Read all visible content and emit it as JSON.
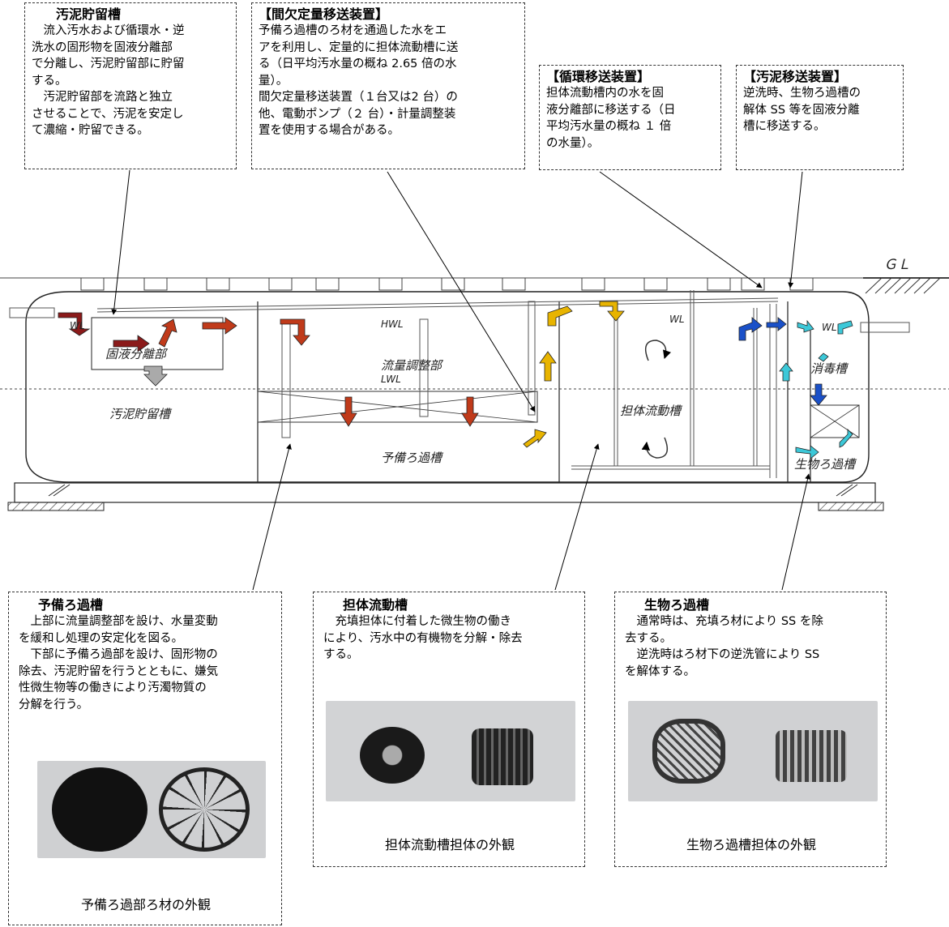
{
  "callouts": {
    "sludge_storage": {
      "title": "汚泥貯留槽",
      "body": "　流入汚水および循環水・逆\n洗水の固形物を固液分離部\nで分離し、汚泥貯留部に貯留\nする。\n　汚泥貯留部を流路と独立\nさせることで、汚泥を安定し\nて濃縮・貯留できる。"
    },
    "intermittent_transfer": {
      "title": "【間欠定量移送装置】",
      "body": "予備ろ過槽のろ材を通過した水をエ\nアを利用し、定量的に担体流動槽に送\nる（日平均汚水量の概ね 2.65 倍の水\n量）。\n間欠定量移送装置（１台又は2 台）の\n他、電動ポンプ（２ 台）・計量調整装\n置を使用する場合がある。"
    },
    "circulation_transfer": {
      "title": "【循環移送装置】",
      "body": "担体流動槽内の水を固\n液分離部に移送する（日\n平均汚水量の概ね １ 倍\nの水量）。"
    },
    "sludge_transfer": {
      "title": "【汚泥移送装置】",
      "body": "逆洗時、生物ろ過槽の\n解体 SS 等を固液分離\n槽に移送する。"
    },
    "prefilter": {
      "title": "予備ろ過槽",
      "body": "　上部に流量調整部を設け、水量変動\nを緩和し処理の安定化を図る。\n　下部に予備ろ過部を設け、固形物の\n除去、汚泥貯留を行うとともに、嫌気\n性微生物等の働きにより汚濁物質の\n分解を行う。",
      "caption": "予備ろ過部ろ材の外観"
    },
    "carrier_fluid": {
      "title": "担体流動槽",
      "body": "　充填担体に付着した微生物の働き\nにより、汚水中の有機物を分解・除去\nする。",
      "caption": "担体流動槽担体の外観"
    },
    "bio_filter": {
      "title": "生物ろ過槽",
      "body": "　通常時は、充填ろ材により SS を除\n去する。\n　逆洗時はろ材下の逆洗管により SS\nを解体する。",
      "caption": "生物ろ過槽担体の外観"
    }
  },
  "diagram": {
    "gl": "ＧＬ",
    "wl1": "WL",
    "hwl": "HWL",
    "lwl": "LWL",
    "wl2": "WL",
    "wl3": "WL",
    "separation": "固液分離部",
    "sludge_tank": "汚泥貯留槽",
    "flow_adjust": "流量調整部",
    "prefilter_tank": "予備ろ過槽",
    "carrier_tank": "担体流動槽",
    "disinfection": "消毒槽",
    "bio_filter_tank": "生物ろ過槽"
  }
}
